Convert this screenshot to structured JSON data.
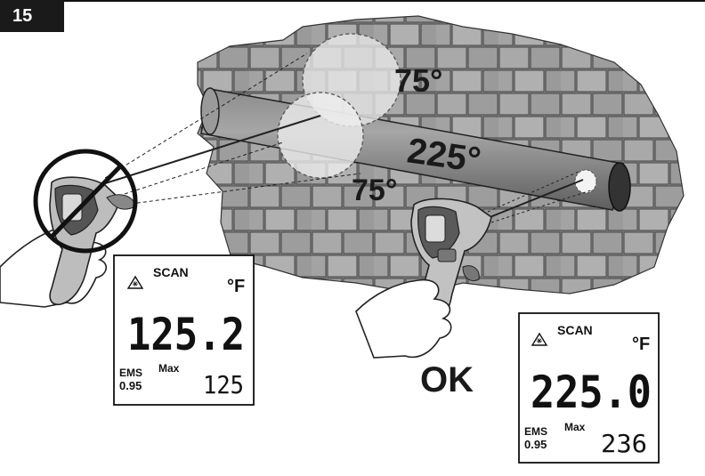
{
  "figure_number": "15",
  "temperatures": {
    "top": "75°",
    "center": "225°",
    "bottom": "75°"
  },
  "result_text": "OK",
  "displays": {
    "left": {
      "mode": "SCAN",
      "unit": "°F",
      "reading": "125.2",
      "ems_label": "EMS",
      "ems_value": "0.95",
      "max_label": "Max",
      "max_value": "125"
    },
    "right": {
      "mode": "SCAN",
      "unit": "°F",
      "reading": "225.0",
      "ems_label": "EMS",
      "ems_value": "0.95",
      "max_label": "Max",
      "max_value": "236"
    }
  }
}
